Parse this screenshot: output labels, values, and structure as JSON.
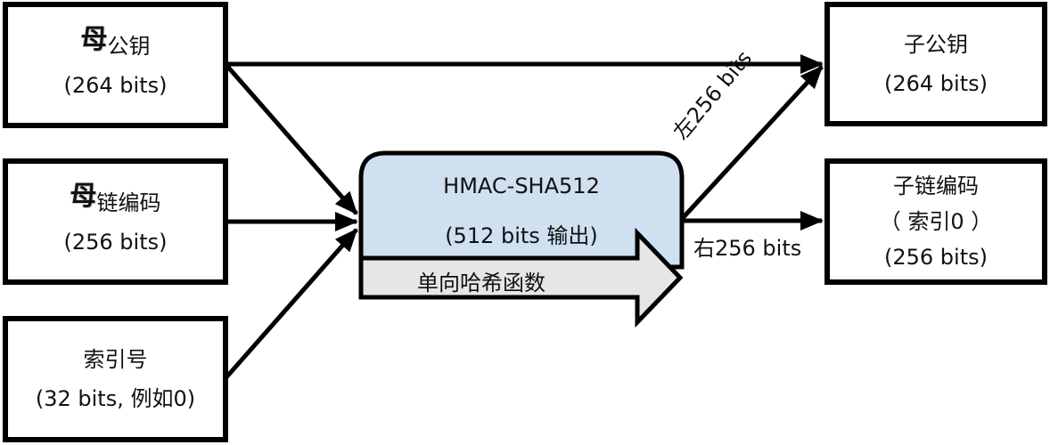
{
  "diagram": {
    "inputs": {
      "parent_public_key": {
        "prefix": "母",
        "title": "公钥",
        "size": "(264 bits)"
      },
      "parent_chain_code": {
        "prefix": "母",
        "title": "链编码",
        "size": "(256 bits)"
      },
      "index_number": {
        "title": "索引号",
        "size": "(32 bits, 例如0)"
      }
    },
    "hmac": {
      "title": "HMAC-SHA512",
      "subtitle": "(512 bits 输出)",
      "arrow_label": "单向哈希函数",
      "fill_color": "#cfe0f1",
      "arrow_fill_color": "#e6e6e6"
    },
    "outputs": {
      "child_public_key": {
        "title": "子公钥",
        "size": "(264 bits)"
      },
      "child_chain_code": {
        "title": "子链编码",
        "index": "（ 索引0 ）",
        "size": "(256 bits)"
      }
    },
    "edge_labels": {
      "left_half": "左256 bits",
      "right_half": "右256 bits"
    }
  }
}
